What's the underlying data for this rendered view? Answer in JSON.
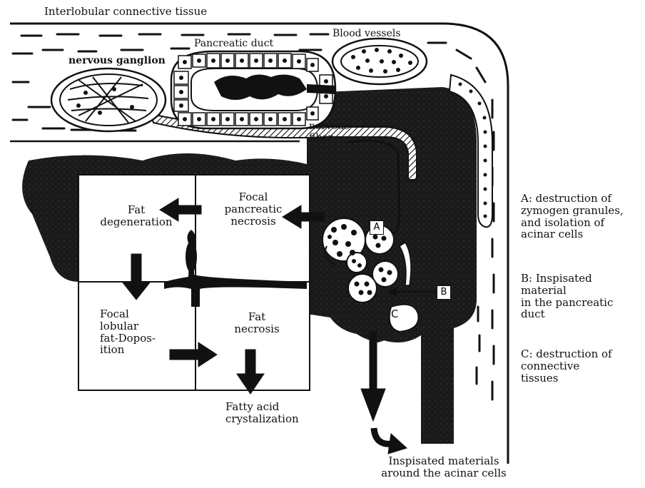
{
  "labels": {
    "interlobular": "Interlobular connective tissue",
    "blood_vessels": "Blood vessels",
    "pancreatic_duct": "Pancreatic duct",
    "nervous_ganglion": "nervous ganglion",
    "nervous_fiber": "nervous\nfiber",
    "fat_degeneration": "Fat\ndegeneration",
    "focal_necrosis": "Focal\npancreatic\nnecrosis",
    "focal_lobular": "Focal\nlobular\nfat-Dopos-\nition",
    "fat_necrosis": "Fat\nnecrosis",
    "fatty_acid": "Fatty acid\ncrystalization",
    "inspisated_materials": "Inspisated  materials\naround the acinar cells",
    "marker_a": "A",
    "marker_b": "B",
    "marker_c": "C"
  },
  "legend": {
    "a": "A: destruction of\n    zymogen granules,\n    and isolation of\n    acinar cells",
    "b": "B: Inspisated\n    material\n    in the pancreatic\n    duct",
    "c": "C: destruction of\n    connective\n    tissues"
  }
}
